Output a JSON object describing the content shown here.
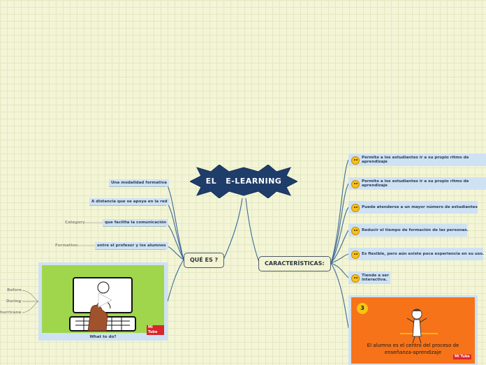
{
  "central": {
    "word1": "EL",
    "word2": "E-LEARNING"
  },
  "colors": {
    "central_fill": "#1f3d6b",
    "branch": "#3d6a9a",
    "subtopic_fill": "#cfe2f3",
    "video_bg": "#9fd64c",
    "card_orange": "#f6731a"
  },
  "que_es": {
    "label": "QUÉ ES ?",
    "items": [
      {
        "text": "Una modalidad formativa"
      },
      {
        "text": "A distancia que se apoya en la red"
      },
      {
        "text": "que facilita la comunicación",
        "tag": "Category"
      },
      {
        "text": "entre el profesor y los alumnos",
        "tag": "Formation"
      }
    ],
    "video": {
      "caption": "What to do?",
      "icon": "play-icon",
      "brand": "Mi Tube",
      "branches": [
        "Before",
        "During",
        "hurricane"
      ]
    }
  },
  "caracteristicas": {
    "label": "CARACTERÍSTICAS:",
    "items": [
      {
        "line1": "Permite a los estudiantes ir a su propio ritmo de",
        "line2": "aprendizaje",
        "icon": "grin-emoji-icon"
      },
      {
        "line1": "Permite a los estudiantes ir a su propio ritmo de",
        "line2": "aprendizaje",
        "icon": "sad-emoji-icon"
      },
      {
        "line1": "Puede atenderse a un mayor número de estudiantes",
        "line2": "",
        "icon": "smile-emoji-icon"
      },
      {
        "line1": "Reducir el tiempo de formación de las personas.",
        "line2": "",
        "icon": "wink-emoji-icon"
      },
      {
        "line1": "Es flexible, pero aún existe poca experiencia en su uso.",
        "line2": "",
        "icon": "thinking-emoji-icon"
      },
      {
        "line1": "Tiende a ser",
        "line2": "interactiva.",
        "icon": "smirk-emoji-icon"
      }
    ],
    "card": {
      "number": "3",
      "line1": "El alumno es el centro del proceso de",
      "line2": "enseñanza-aprendizaje",
      "brand": "Mi Tube"
    }
  }
}
